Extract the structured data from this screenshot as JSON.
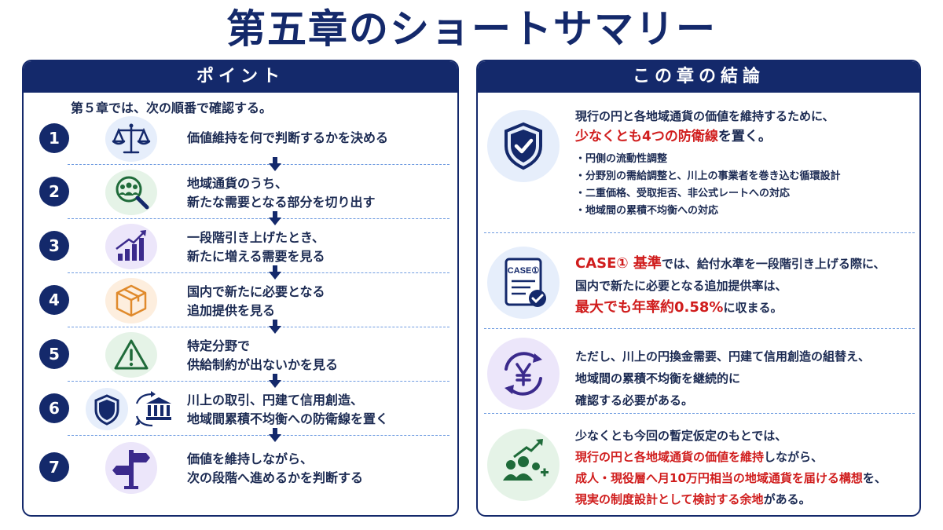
{
  "title": "第五章のショートサマリー",
  "left": {
    "header": "ポイント",
    "intro": "第５章では、次の順番で確認する。",
    "steps": [
      {
        "num": "1",
        "lines": [
          "価値維持を何で判断するかを決める"
        ],
        "icon": "scales-icon"
      },
      {
        "num": "2",
        "lines": [
          "地域通貨のうち、",
          "新たな需要となる部分を切り出す"
        ],
        "icon": "people-magnifier-icon"
      },
      {
        "num": "3",
        "lines": [
          "一段階引き上げたとき、",
          "新たに増える需要を見る"
        ],
        "icon": "growth-chart-icon"
      },
      {
        "num": "4",
        "lines": [
          "国内で新たに必要となる",
          "追加提供を見る"
        ],
        "icon": "package-box-icon"
      },
      {
        "num": "5",
        "lines": [
          "特定分野で",
          "供給制約が出ないかを見る"
        ],
        "icon": "warning-triangle-icon"
      },
      {
        "num": "6",
        "lines": [
          "川上の取引、円建て信用創造、",
          "地域間累積不均衡への防衛線を置く"
        ],
        "icon": "shield-bank-cycle-icon"
      },
      {
        "num": "7",
        "lines": [
          "価値を維持しながら、",
          "次の段階へ進めるかを判断する"
        ],
        "icon": "signpost-icon"
      }
    ]
  },
  "right": {
    "header": "この章の結論",
    "s1": {
      "line1": "現行の円と各地域通貨の価値を維持するために、",
      "red": "少なくとも4つの防衛線",
      "tail": "を置く。",
      "bullets": [
        "・円側の流動性調整",
        "・分野別の需給調整と、川上の事業者を巻き込む循環設計",
        "・二重価格、受取拒否、非公式レートへの対応",
        "・地域間の累積不均衡への対応"
      ]
    },
    "s2": {
      "case_label": "CASE①",
      "red1": "CASE① 基準",
      "t1": "では、給付水準を一段階引き上げる際に、",
      "line2": "国内で新たに必要となる追加提供率は、",
      "red3": "最大でも年率約0.58%",
      "t3": "に収まる。"
    },
    "s3": {
      "lines": [
        "ただし、川上の円換金需要、円建て信用創造の組替え、",
        "地域間の累積不均衡を継続的に",
        "確認する必要がある。"
      ]
    },
    "s4": {
      "line1": "少なくとも今回の暫定仮定のもとでは、",
      "red2": "現行の円と各地域通貨の価値を維持",
      "t2": "しながら、",
      "red3": "成人・現役層へ月10万円相当の地域通貨を届ける構想",
      "t3": "を、",
      "red4": "現実の制度設計として検討する余地",
      "t4": "がある。"
    }
  },
  "colors": {
    "navy": "#14296b",
    "accent_red": "#d01d1d",
    "separator": "#6e9be0"
  }
}
